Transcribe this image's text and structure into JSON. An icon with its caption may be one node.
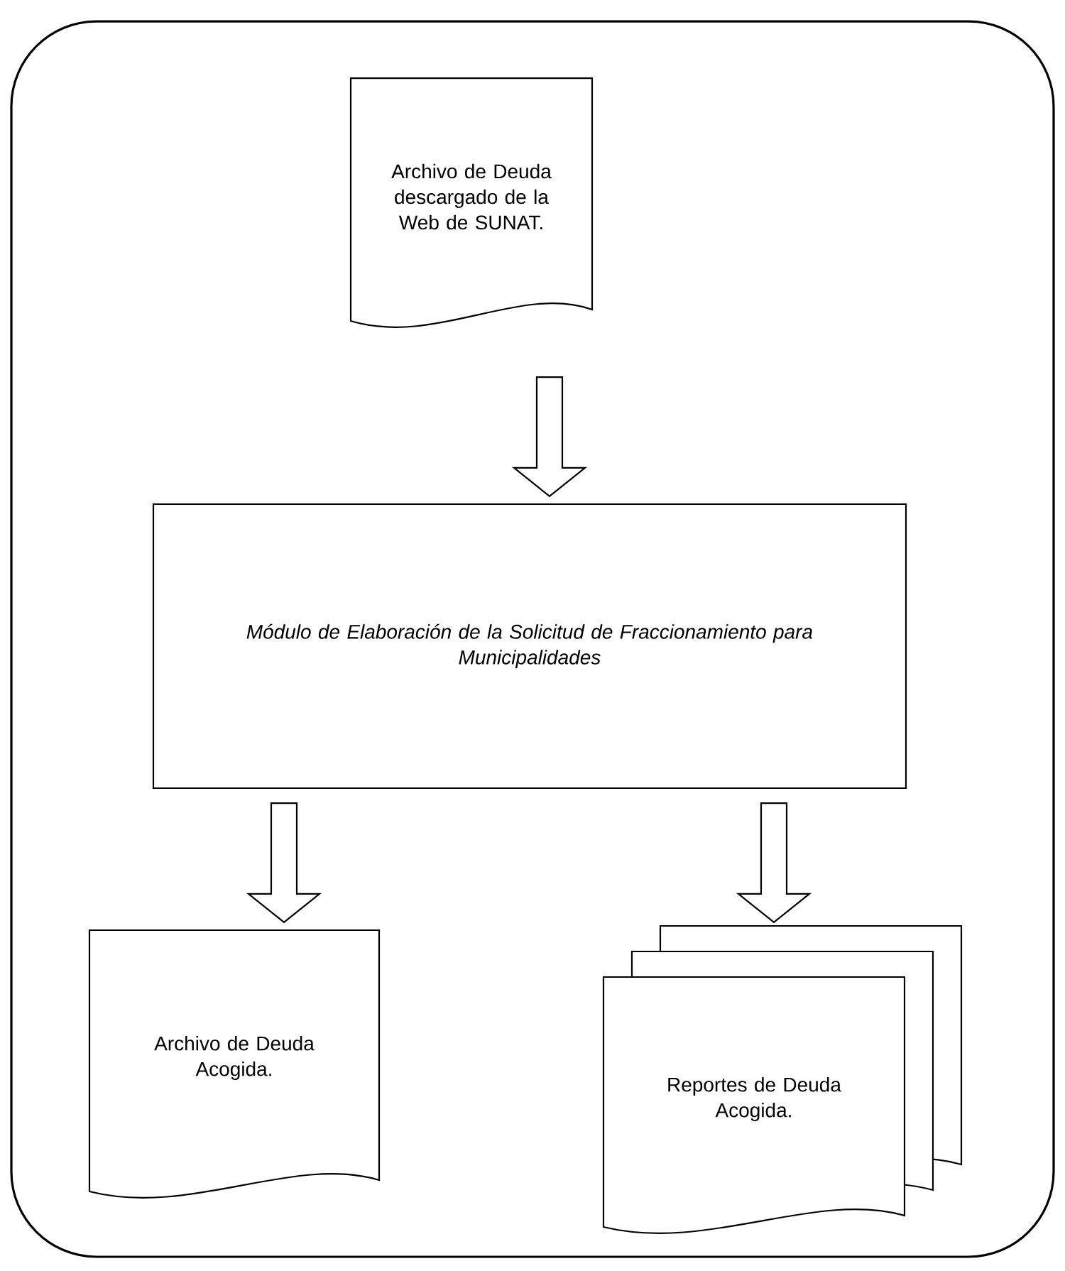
{
  "diagram": {
    "nodes": [
      {
        "text": [
          "Archivo de Deuda descargado de la Web de SUNAT."
        ]
      },
      {
        "text": [
          "Módulo de Elaboración de la Solicitud de Fraccionamiento para Municipalidades"
        ]
      },
      {
        "text": [
          "Archivo de Deuda Acogida."
        ]
      },
      {
        "text": [
          "Reportes de Deuda Acogida."
        ]
      }
    ],
    "edges": [
      {
        "from": 0,
        "to": 1,
        "arrow": "to"
      },
      {
        "from": 1,
        "to": 2,
        "arrow": "to"
      },
      {
        "from": 1,
        "to": 3,
        "arrow": "to"
      }
    ]
  }
}
